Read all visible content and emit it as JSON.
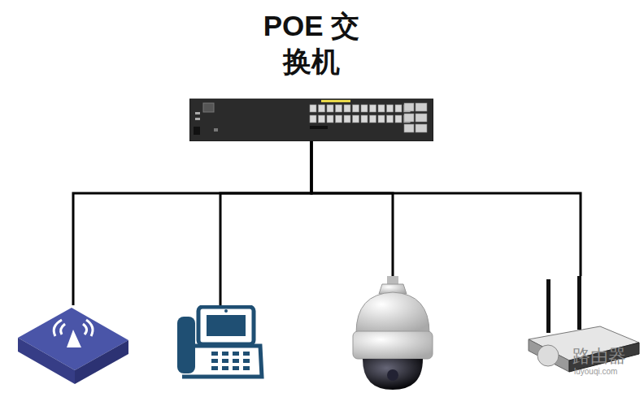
{
  "diagram": {
    "nodes": [
      {
        "text": [
          "POE 交换机"
        ]
      },
      {
        "text": []
      },
      {
        "text": []
      },
      {
        "text": []
      },
      {
        "text": []
      }
    ],
    "edges": [
      {
        "from": 0,
        "to": 1,
        "arrow": "none"
      },
      {
        "from": 0,
        "to": 2,
        "arrow": "none"
      },
      {
        "from": 0,
        "to": 3,
        "arrow": "none"
      },
      {
        "from": 0,
        "to": 4,
        "arrow": "none"
      }
    ],
    "labels": [
      "路由器",
      "luyouqi.com"
    ]
  }
}
